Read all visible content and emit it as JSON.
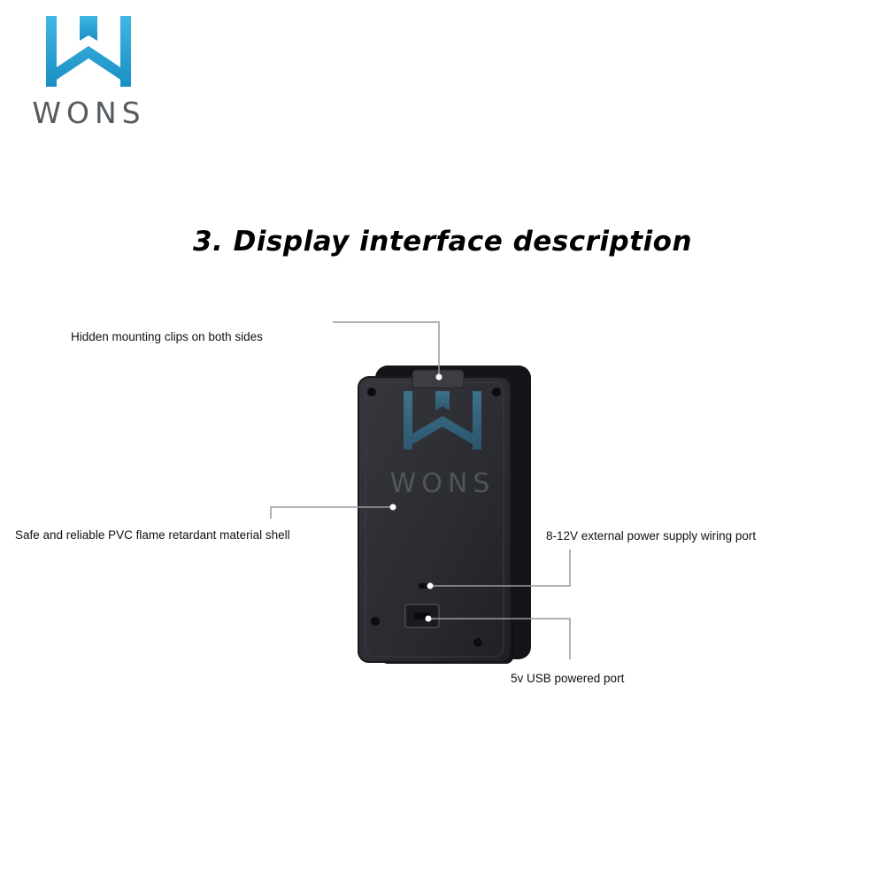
{
  "brand": {
    "wordmark": "WONS",
    "watermark": "WONS",
    "accent_color": "#2aa7d8",
    "text_color": "#555a5e"
  },
  "title": "3. Display interface description",
  "callouts": {
    "clips": "Hidden mounting clips on both sides",
    "shell": "Safe and reliable PVC flame retardant material shell",
    "power": "8-12V external power supply wiring port",
    "usb": "5v USB powered port"
  },
  "device": {
    "body_color": "#2b2c31",
    "leader_color": "#9a9a9a"
  }
}
